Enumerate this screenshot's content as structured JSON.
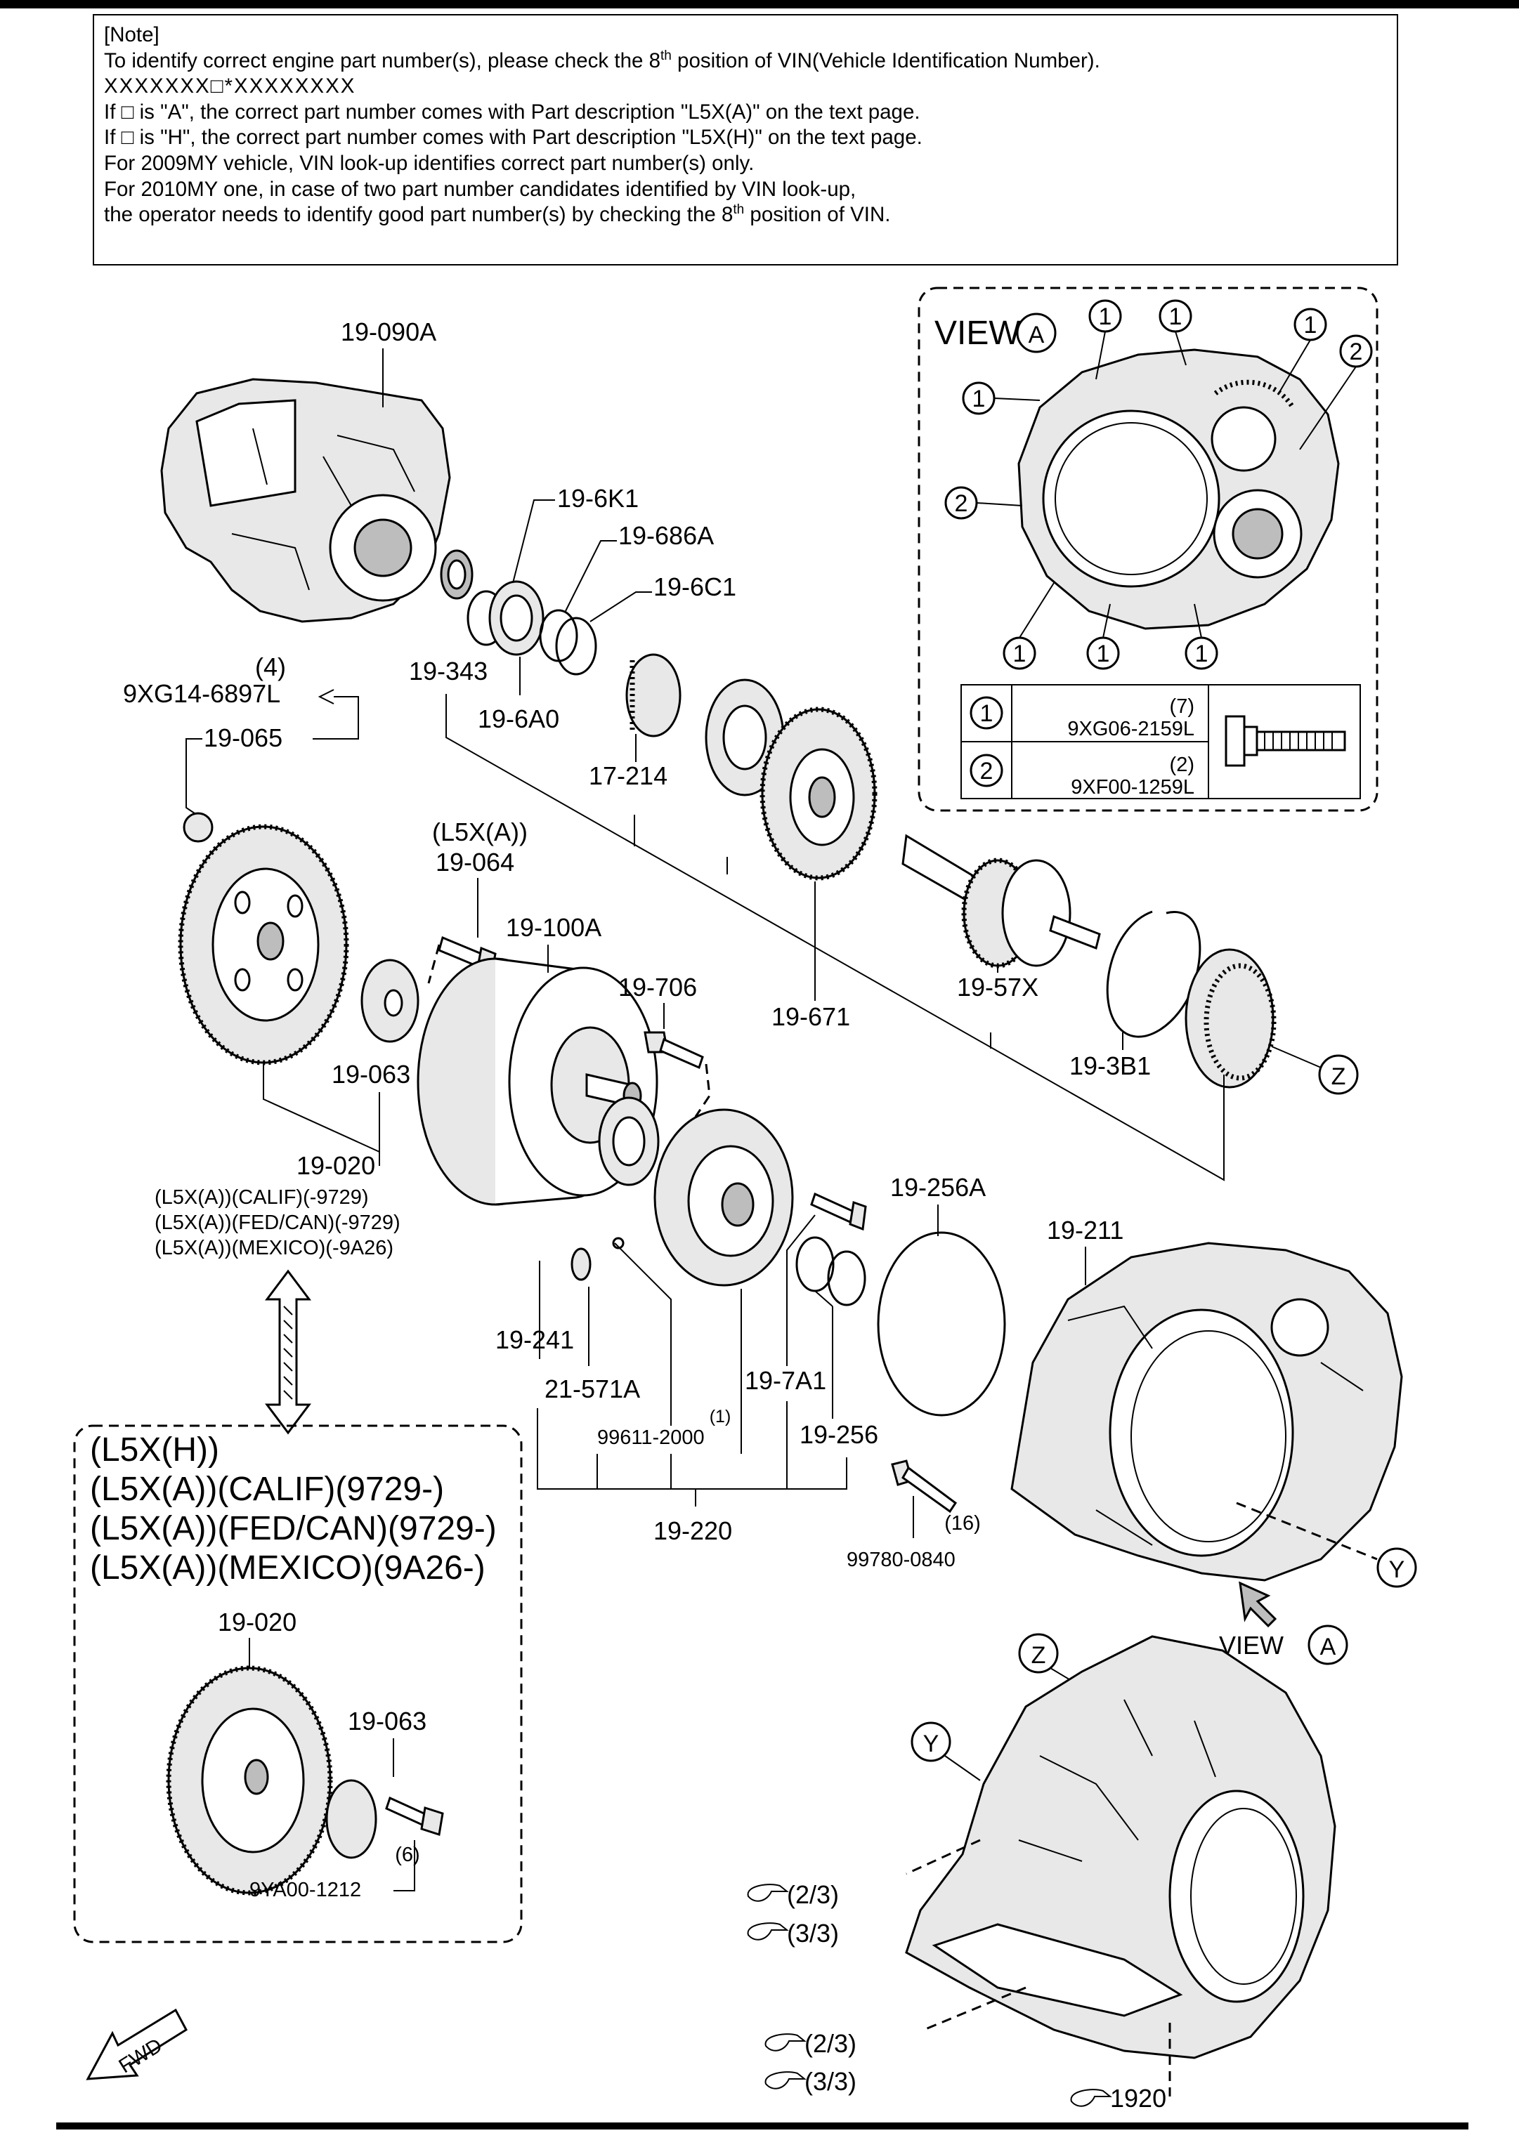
{
  "note": {
    "heading": "[Note]",
    "line1_pre": "To identify correct engine part number(s), please check the 8",
    "line1_sup": "th",
    "line1_post": " position of VIN(Vehicle Identification Number).",
    "vin_pattern": "XXXXXXX□*XXXXXXXX",
    "line3": "If □ is \"A\", the correct part number comes with Part description \"L5X(A)\" on the text page.",
    "line4": "If □ is \"H\", the correct part number comes with Part description \"L5X(H)\" on the text page.",
    "line5": "For 2009MY vehicle, VIN look-up identifies correct part number(s) only.",
    "line6": "For 2010MY one, in case of two part number candidates identified by VIN look-up,",
    "line7_pre": "the operator needs to identify good part number(s) by checking the 8",
    "line7_sup": "th",
    "line7_post": " position of VIN."
  },
  "view_a_panel": {
    "title": "VIEW",
    "title_letter": "A",
    "callout_1": "1",
    "callout_2": "2",
    "table": [
      {
        "callout": "1",
        "qty": "(7)",
        "part": "9XG06-2159L"
      },
      {
        "callout": "2",
        "qty": "(2)",
        "part": "9XF00-1259L"
      }
    ]
  },
  "labels": {
    "p19_090A": "19-090A",
    "p19_6K1": "19-6K1",
    "p19_686A": "19-686A",
    "p19_6C1": "19-6C1",
    "p19_343": "19-343",
    "p19_6A0": "19-6A0",
    "p17_214": "17-214",
    "qty_4": "(4)",
    "p9XG14": "9XG14-6897L",
    "p19_065": "19-065",
    "l5xa_a": "(L5X(A))",
    "p19_064": "19-064",
    "p19_100A": "19-100A",
    "p19_706": "19-706",
    "p19_671": "19-671",
    "p19_57X": "19-57X",
    "p19_3B1": "19-3B1",
    "p19_063": "19-063",
    "p19_020": "19-020",
    "cond1": "(L5X(A))(CALIF)(-9729)",
    "cond2": "(L5X(A))(FED/CAN)(-9729)",
    "cond3": "(L5X(A))(MEXICO)(-9A26)",
    "p19_256A": "19-256A",
    "p19_211": "19-211",
    "p19_241": "19-241",
    "p21_571A": "21-571A",
    "qty_1": "(1)",
    "p99611": "99611-2000",
    "p19_7A1": "19-7A1",
    "p19_256": "19-256",
    "p19_220": "19-220",
    "qty_16": "(16)",
    "p99780": "99780-0840",
    "ref_y": "Y",
    "ref_z": "Z",
    "view_a": "VIEW",
    "view_a_letter": "A",
    "ref_23": "(2/3)",
    "ref_33": "(3/3)",
    "ref_1920": "1920",
    "fwd": "FWD"
  },
  "alt_box": {
    "line1": "(L5X(H))",
    "line2": "(L5X(A))(CALIF)(9729-)",
    "line3": "(L5X(A))(FED/CAN)(9729-)",
    "line4": "(L5X(A))(MEXICO)(9A26-)",
    "p19_020": "19-020",
    "p19_063": "19-063",
    "qty_6": "(6)",
    "p9YA00": "9YA00-1212"
  }
}
